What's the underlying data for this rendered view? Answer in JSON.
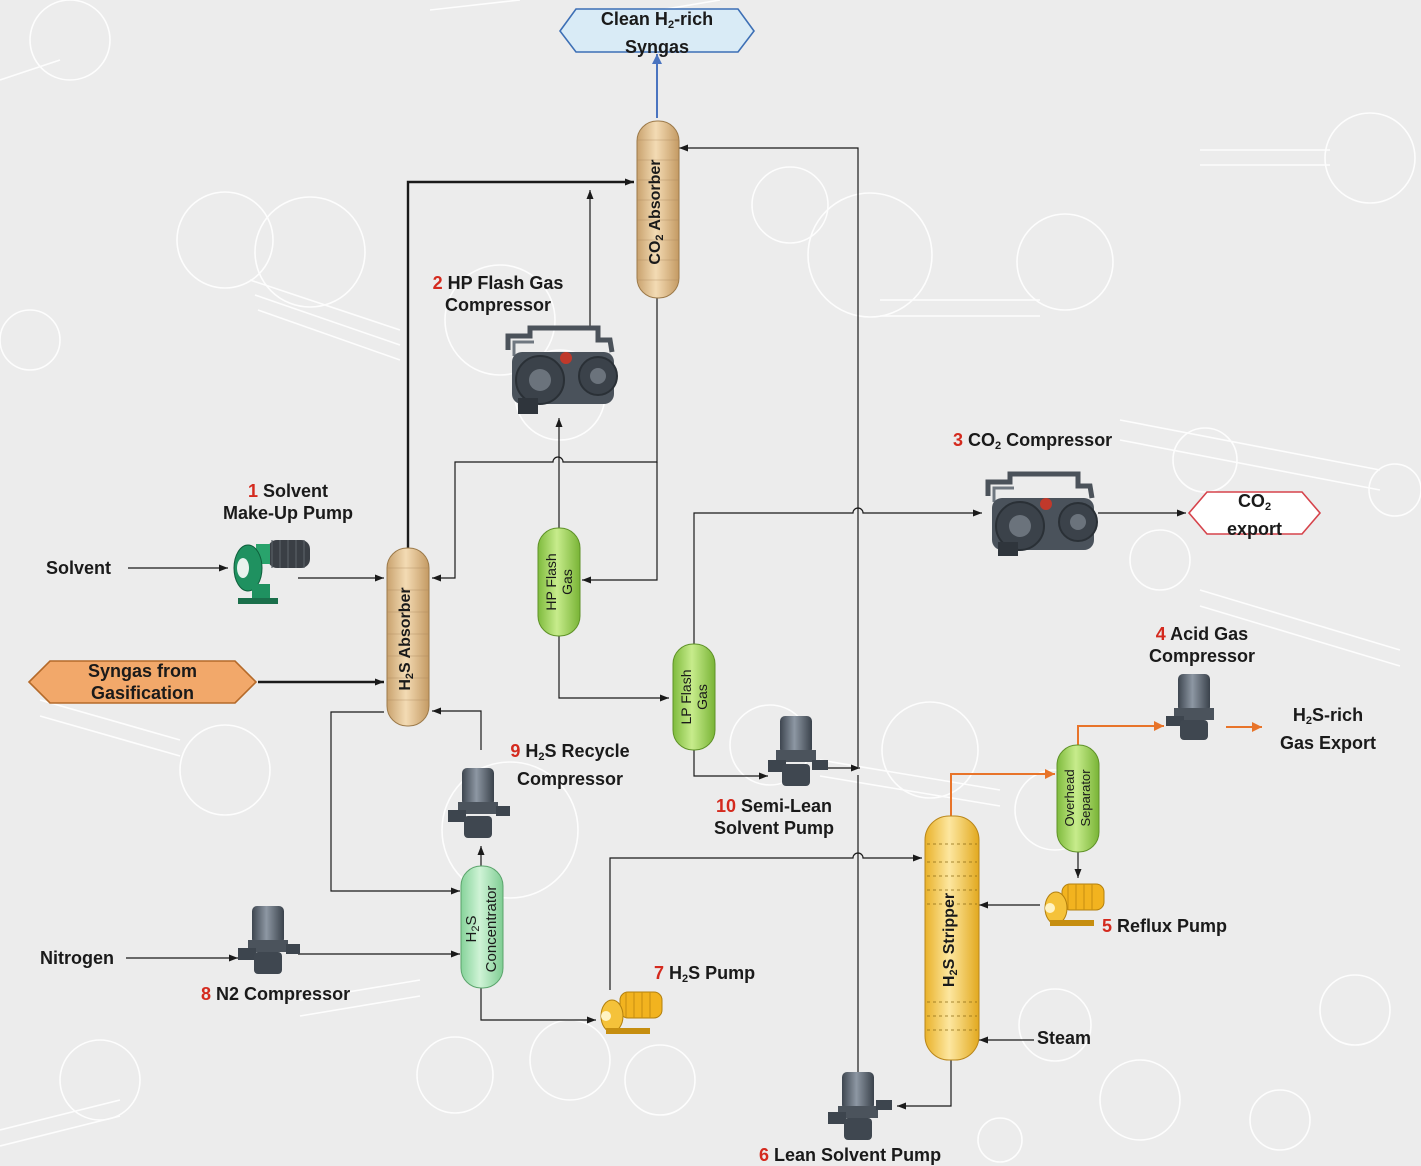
{
  "title": {
    "line1_a": "Clean H",
    "line1_sub": "2",
    "line1_b": "-rich",
    "line2": "Syngas"
  },
  "terminals": {
    "syngas_in": {
      "line1": "Syngas from",
      "line2": "Gasification"
    },
    "co2_export": {
      "line1_a": "CO",
      "line1_sub": "2",
      "line2": "export"
    },
    "h2s_export": {
      "line1_a": "H",
      "line1_sub": "2",
      "line1_b": "S-rich",
      "line2": "Gas Export"
    },
    "solvent": "Solvent",
    "nitrogen": "Nitrogen",
    "steam": "Steam"
  },
  "vessels": {
    "co2_absorber": {
      "a": "CO",
      "sub": "2",
      "b": " Absorber"
    },
    "h2s_absorber": {
      "a": "H",
      "sub": "2",
      "b": "S Absorber"
    },
    "hp_flash": {
      "line1": "HP Flash",
      "line2": "Gas"
    },
    "lp_flash": {
      "line1": "LP Flash",
      "line2": "Gas"
    },
    "h2s_concentrator": {
      "line1_a": "H",
      "line1_sub": "2",
      "line1_b": "S",
      "line2": "Concentrator"
    },
    "overhead_separator": {
      "line1": "Overhead",
      "line2": "Separator"
    },
    "h2s_stripper": {
      "a": "H",
      "sub": "2",
      "b": "S Stripper"
    }
  },
  "equipment": [
    {
      "num": "1",
      "line1": "Solvent",
      "line2": "Make-Up Pump"
    },
    {
      "num": "2",
      "line1": "HP Flash Gas",
      "line2": "Compressor"
    },
    {
      "num": "3",
      "a": "CO",
      "sub": "2",
      "b": " Compressor"
    },
    {
      "num": "4",
      "line1": "Acid Gas",
      "line2": "Compressor"
    },
    {
      "num": "5",
      "line1": "Reflux Pump"
    },
    {
      "num": "6",
      "line1": "Lean Solvent Pump"
    },
    {
      "num": "7",
      "a": "H",
      "sub": "2",
      "b": "S Pump"
    },
    {
      "num": "8",
      "line1": "N2 Compressor"
    },
    {
      "num": "9",
      "a": "H",
      "sub": "2",
      "b": "S Recycle",
      "line2": "Compressor"
    },
    {
      "num": "10",
      "line1": "Semi-Lean",
      "line2": "Solvent Pump"
    }
  ],
  "colors": {
    "background": "#ececec",
    "tan_vessel": "#e6c79b",
    "green_vessel": "#9bd15a",
    "mint_vessel": "#a9e3b5",
    "yellow_vessel": "#f6c94a",
    "line_black": "#1a1a1a",
    "line_blue": "#4a74c0",
    "line_orange": "#e8742a",
    "number_red": "#d42a1e"
  }
}
